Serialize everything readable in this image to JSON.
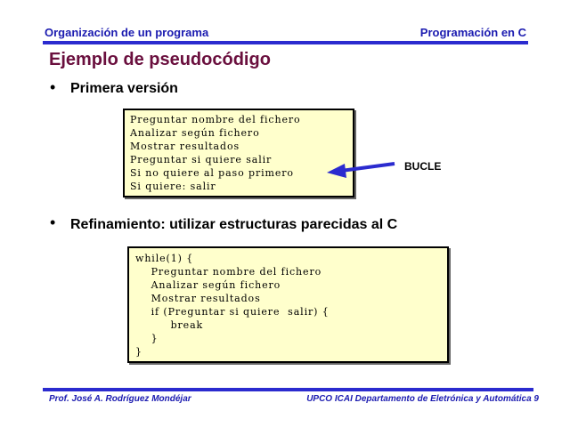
{
  "header": {
    "left": "Organización de un programa",
    "right": "Programación en C"
  },
  "title": "Ejemplo de pseudocódigo",
  "bullets": [
    {
      "symbol": "•",
      "text": "Primera versión"
    },
    {
      "symbol": "•",
      "text": "Refinamiento: utilizar estructuras parecidas al C"
    }
  ],
  "pseudocode": [
    "Preguntar nombre del fichero",
    "Analizar según fichero",
    "Mostrar resultados",
    "Preguntar si quiere salir",
    "Si no quiere al paso primero",
    "Si quiere: salir"
  ],
  "annotation": "BUCLE",
  "code": [
    "while(1) {",
    "    Preguntar nombre del fichero",
    "    Analizar según fichero",
    "    Mostrar resultados",
    "    if (Preguntar si quiere  salir) {",
    "         break",
    "    }",
    "}"
  ],
  "footer": {
    "left": "Prof. José A. Rodríguez Mondéjar",
    "right": "UPCO ICAI Departamento de Eletrónica y Automática 9"
  },
  "colors": {
    "header_text": "#1b1bb0",
    "rule": "#2b2bcf",
    "title": "#6a0f3e",
    "code_background": "#ffffcc",
    "arrow": "#2b2bcf"
  }
}
